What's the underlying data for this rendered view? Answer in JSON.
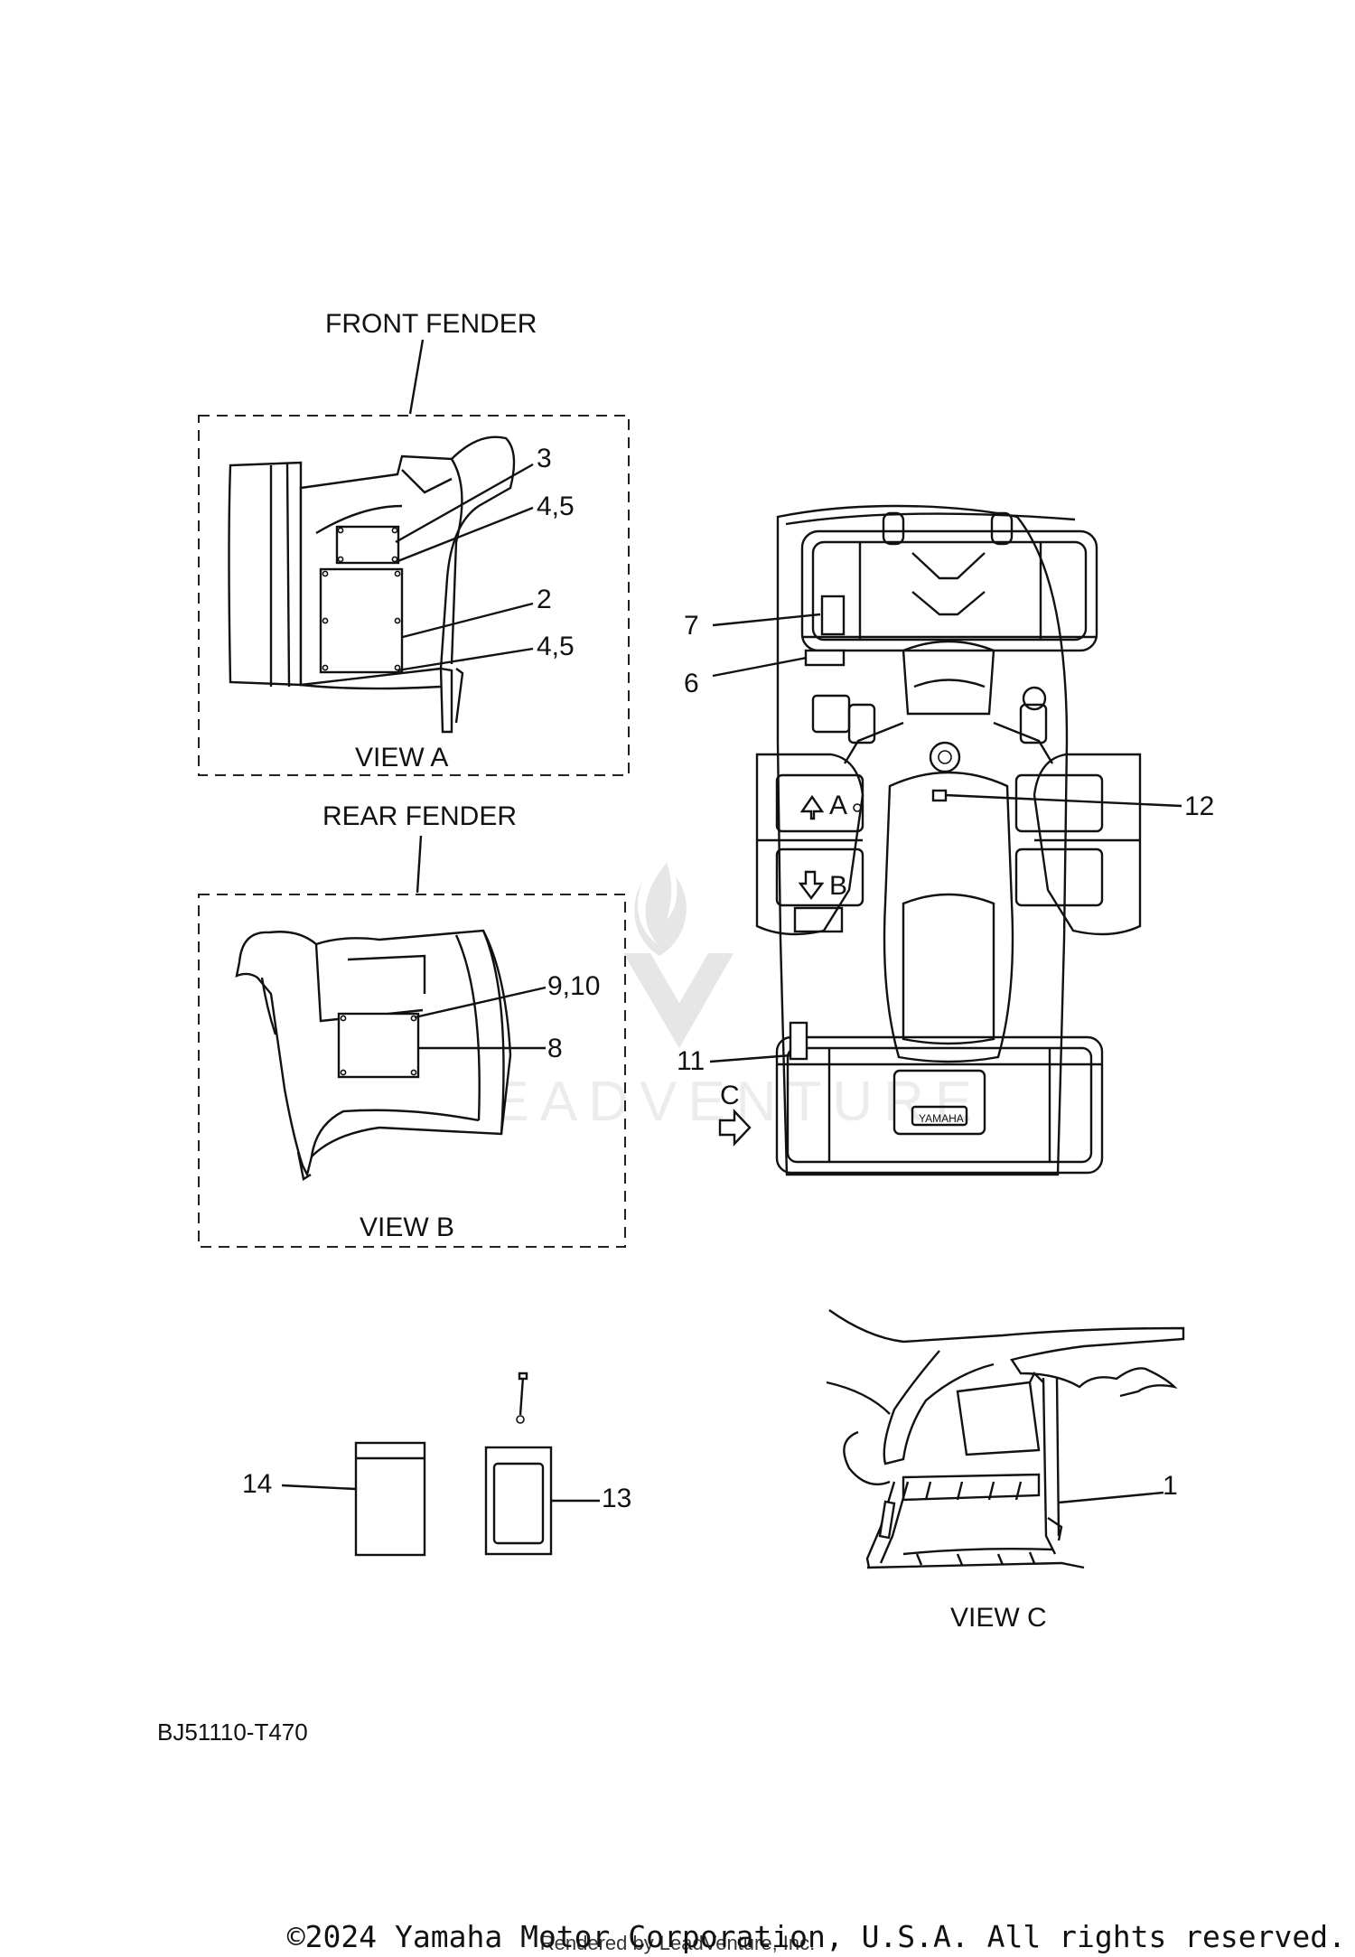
{
  "sections": {
    "front_fender": "FRONT FENDER",
    "rear_fender": "REAR FENDER",
    "view_a": "VIEW A",
    "view_b": "VIEW B",
    "view_c": "VIEW C"
  },
  "callouts": {
    "c1": "1",
    "c2": "2",
    "c3": "3",
    "c45_top": "4,5",
    "c45_bottom": "4,5",
    "c6": "6",
    "c7": "7",
    "c8": "8",
    "c910": "9,10",
    "c11": "11",
    "c12": "12",
    "c13": "13",
    "c14": "14"
  },
  "view_markers": {
    "a": "A",
    "b": "B",
    "c": "C"
  },
  "vehicle_badge": "YAMAHA",
  "drawing_code": "BJ51110-T470",
  "watermark": "LEADVENTURE",
  "copyright": "©2024 Yamaha Motor Corporation, U.S.A. All rights reserved.",
  "rendered_by": "Rendered by LeadVenture, Inc."
}
